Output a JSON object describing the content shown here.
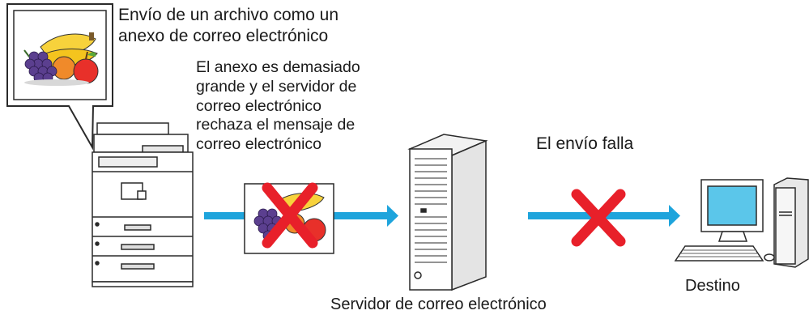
{
  "labels": {
    "title_line1": "Envío de un archivo como un",
    "title_line2": "anexo de correo electrónico",
    "reason_lines": [
      "El anexo es demasiado",
      "grande y el servidor de",
      "correo electrónico",
      "rechaza el mensaje de",
      "correo electrónico"
    ],
    "failure": "El envío falla",
    "server": "Servidor de correo electrónico",
    "destination": "Destino"
  },
  "colors": {
    "arrow": "#1ea4dc",
    "cross": "#e8202a",
    "outline": "#2a2a2a",
    "screen": "#5bc6ea"
  },
  "icons": {
    "mfp": "multifunction-printer-icon",
    "server": "server-tower-icon",
    "computer": "desktop-computer-icon",
    "attachment": "fruit-image-icon",
    "cross": "x-mark-icon"
  }
}
